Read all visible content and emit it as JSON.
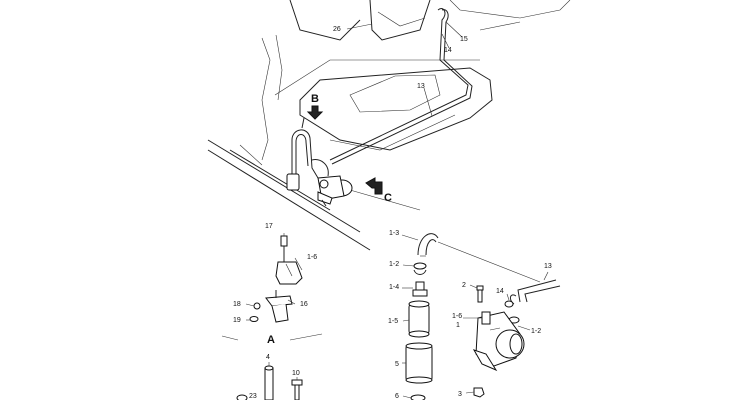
{
  "view_labels": {
    "B": "B",
    "C": "C",
    "A": "A"
  },
  "callouts": {
    "c26": "26",
    "c15": "15",
    "c14_top": "14",
    "c13_top": "13",
    "c17": "17",
    "c1_6_left": "1-6",
    "c16": "16",
    "c18": "18",
    "c19": "19",
    "c4": "4",
    "c23": "23",
    "c10": "10",
    "c1_3": "1-3",
    "c1_2_left": "1-2",
    "c1_4": "1-4",
    "c1_5": "1-5",
    "c5": "5",
    "c2": "2",
    "c14_right": "14",
    "c13_right": "13",
    "c1_6_right": "1-6",
    "c1": "1",
    "c1_2_right": "1-2",
    "c3": "3",
    "c6": "6"
  }
}
